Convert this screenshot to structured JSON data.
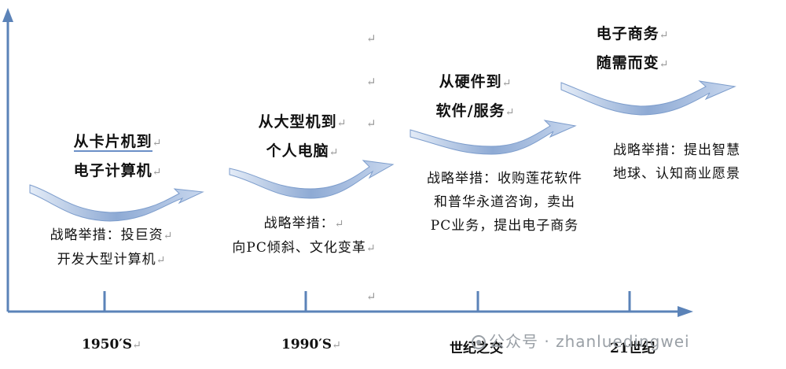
{
  "colors": {
    "axis": "#5b83b8",
    "arrow_light": "#dbe6f4",
    "arrow_dark": "#6f92c4",
    "paragraph_mark": "#9a9a9a"
  },
  "paragraph_mark": "↵",
  "stages": [
    {
      "title_lines": [
        "从卡片机到",
        "电子计算机"
      ],
      "strategy_lines": [
        "战略举措：投巨资",
        "开发大型计算机"
      ],
      "tick": "1950′S"
    },
    {
      "title_lines": [
        "从大型机到",
        "个人电脑"
      ],
      "strategy_lines": [
        "战略举措：",
        "向PC倾斜、文化变革"
      ],
      "tick": "1990′S"
    },
    {
      "title_lines": [
        "从硬件到",
        "软件/服务"
      ],
      "strategy_lines": [
        "战略举措：收购莲花软件",
        "和普华永道咨询，卖出",
        "PC业务，提出电子商务"
      ],
      "tick": "世纪之交"
    },
    {
      "title_lines": [
        "电子商务",
        "随需而变"
      ],
      "strategy_lines": [
        "战略举措：提出智慧",
        "地球、认知商业愿景"
      ],
      "tick": "21世纪"
    }
  ],
  "watermark": {
    "text": "公众号 · zhanluedingwei",
    "icon": "wechat-official-account-icon"
  }
}
